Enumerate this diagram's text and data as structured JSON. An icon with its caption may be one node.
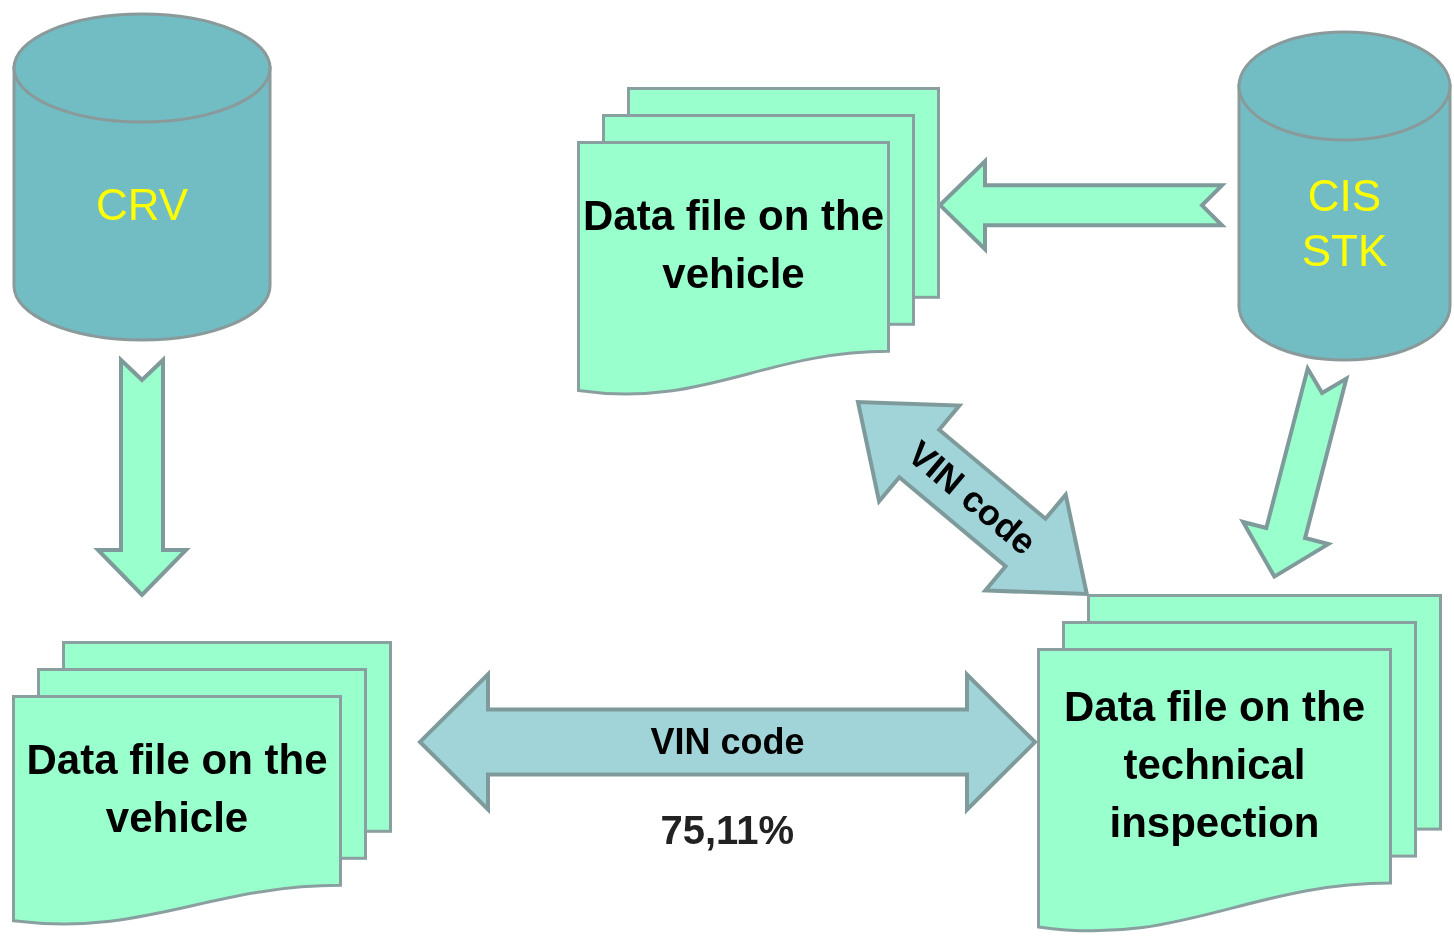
{
  "diagram": {
    "nodes": [
      {
        "text": [
          "CRV"
        ]
      },
      {
        "text": [
          "CIS STK"
        ]
      },
      {
        "text": [
          "Data file on the vehicle"
        ]
      },
      {
        "text": [
          "Data file on the vehicle"
        ]
      },
      {
        "text": [
          "Data file on the technical inspection"
        ]
      }
    ],
    "edges": [
      {
        "from": 0,
        "to": 3,
        "arrow": "to"
      },
      {
        "from": 1,
        "to": 2,
        "arrow": "to"
      },
      {
        "from": 1,
        "to": 4,
        "arrow": "to"
      },
      {
        "from": 2,
        "to": 4,
        "arrow": "both",
        "label": "VIN code",
        "color": "#a0d4d8"
      },
      {
        "from": 3,
        "to": 4,
        "arrow": "both",
        "label": "VIN code",
        "color": "#a0d4d8"
      }
    ],
    "labels": [
      "75,11%"
    ]
  }
}
